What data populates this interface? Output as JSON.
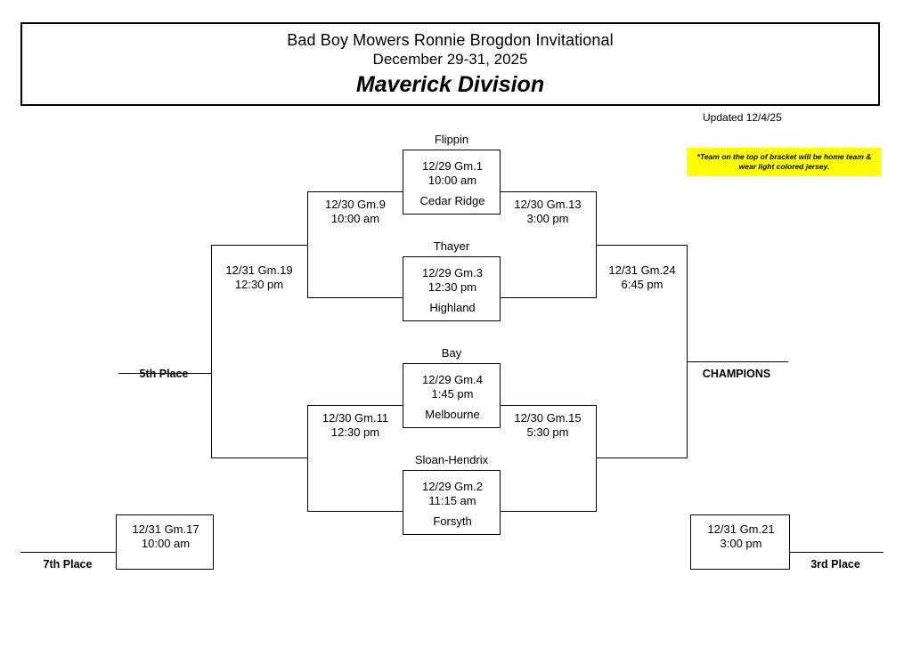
{
  "header": {
    "tournament_name": "Bad Boy Mowers Ronnie Brogdon Invitational",
    "dates": "December 29-31, 2025",
    "division": "Maverick Division"
  },
  "updated": "Updated 12/4/25",
  "note": {
    "text": "*Team on the top of bracket will be home team & wear light colored jersey.",
    "background_color": "#ffff00"
  },
  "matchups": [
    {
      "id": "game-1",
      "top_team": "Flippin",
      "bottom_team": "Cedar Ridge",
      "date": "12/29 Gm.1",
      "time": "10:00 am"
    },
    {
      "id": "game-3",
      "top_team": "Thayer",
      "bottom_team": "Highland",
      "date": "12/29 Gm.3",
      "time": "12:30 pm"
    },
    {
      "id": "game-4",
      "top_team": "Bay",
      "bottom_team": "Melbourne",
      "date": "12/29 Gm.4",
      "time": "1:45 pm"
    },
    {
      "id": "game-2",
      "top_team": "Sloan-Hendrix",
      "bottom_team": "Forsyth",
      "date": "12/29 Gm.2",
      "time": "11:15 am"
    }
  ],
  "connector_games": [
    {
      "id": "game-9",
      "date": "12/30 Gm.9",
      "time": "10:00 am"
    },
    {
      "id": "game-11",
      "date": "12/30 Gm.11",
      "time": "12:30 pm"
    },
    {
      "id": "game-13",
      "date": "12/30 Gm.13",
      "time": "3:00 pm"
    },
    {
      "id": "game-15",
      "date": "12/30 Gm.15",
      "time": "5:30 pm"
    },
    {
      "id": "game-19",
      "date": "12/31 Gm.19",
      "time": "12:30 pm"
    },
    {
      "id": "game-24",
      "date": "12/31 Gm.24",
      "time": "6:45 pm"
    },
    {
      "id": "game-17",
      "date": "12/31 Gm.17",
      "time": "10:00 am"
    },
    {
      "id": "game-21",
      "date": "12/31 Gm.21",
      "time": "3:00 pm"
    }
  ],
  "placements": {
    "champions": "CHAMPIONS",
    "third": "3rd Place",
    "fifth": "5th Place",
    "seventh": "7th Place"
  }
}
